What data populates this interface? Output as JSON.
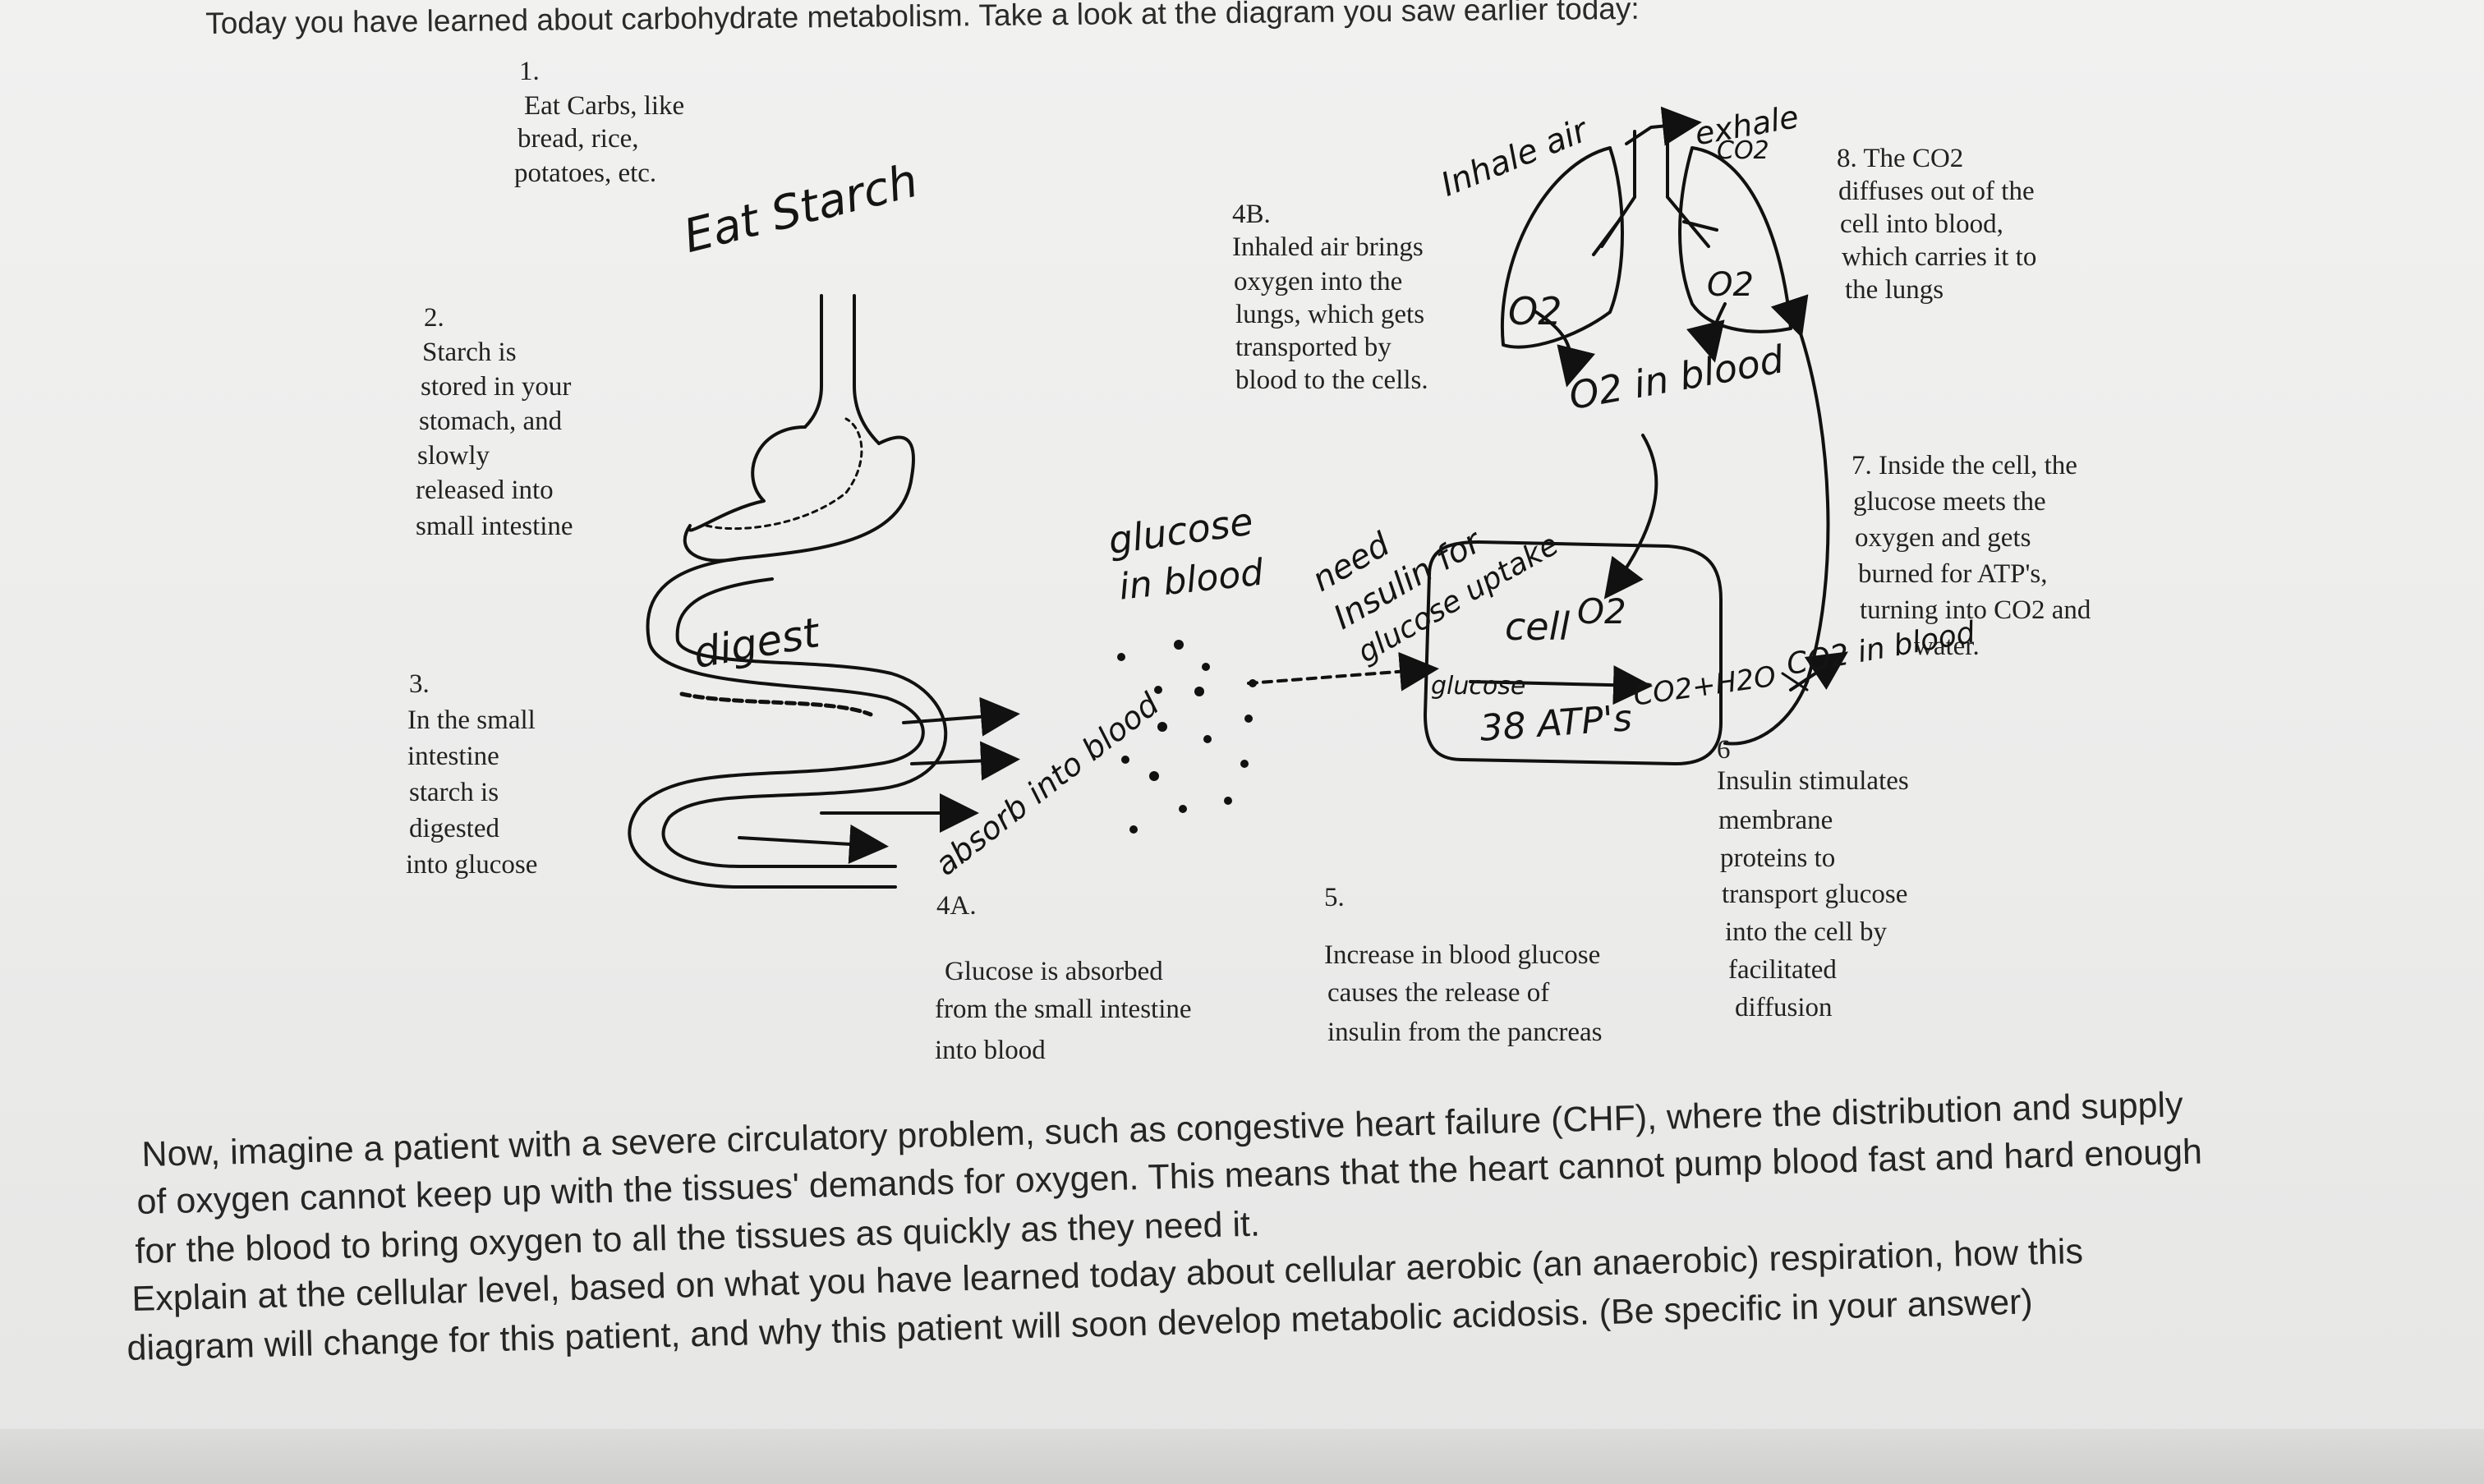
{
  "intro": "Today you have learned about carbohydrate metabolism. Take a look at the diagram you saw earlier today:",
  "steps": {
    "s1_num": "1.",
    "s1_lines": [
      "Eat Carbs, like",
      "bread, rice,",
      "potatoes, etc."
    ],
    "s2_num": "2.",
    "s2_lines": [
      "Starch is",
      "stored in your",
      "stomach, and",
      "slowly",
      "released into",
      "small intestine"
    ],
    "s3_num": "3.",
    "s3_lines": [
      "In the small",
      "intestine",
      "starch is",
      "digested",
      "into glucose"
    ],
    "s4a_num": "4A.",
    "s4a_lines": [
      "Glucose is absorbed",
      "from the small intestine",
      "into blood"
    ],
    "s4b_num": "4B.",
    "s4b_lines": [
      "Inhaled air brings",
      "oxygen into the",
      "lungs, which gets",
      "transported by",
      "blood to the cells."
    ],
    "s5_num": "5.",
    "s5_lines": [
      "Increase in blood glucose",
      "causes the release of",
      "insulin from the pancreas"
    ],
    "s6_num": "6",
    "s6_lines": [
      "Insulin stimulates",
      "membrane",
      "proteins to",
      "transport glucose",
      "into the cell by",
      "facilitated",
      "diffusion"
    ],
    "s7_lines": [
      "7. Inside the cell, the",
      "glucose meets the",
      "oxygen and gets",
      "burned for ATP's,",
      "turning into CO2 and",
      "water."
    ],
    "s8_lines": [
      "8. The CO2",
      "diffuses out of the",
      "cell into blood,",
      "which carries it to",
      "the lungs"
    ]
  },
  "handwritten": {
    "eat_starch": "Eat Starch",
    "digest": "digest",
    "absorb": "absorb into blood",
    "glucose_in_blood_1": "glucose",
    "glucose_in_blood_2": "in blood",
    "need_insulin_1": "need",
    "need_insulin_2": "Insulin for",
    "need_insulin_3": "glucose uptake",
    "inhale_air": "Inhale air",
    "exhale": "exhale",
    "co2_lung": "CO2",
    "o2_left": "O2",
    "o2_right": "O2",
    "o2_in_blood": "O2 in blood",
    "cell": "cell",
    "cell_o2": "O2",
    "glucose_cell": "glucose",
    "atp": "38 ATP's",
    "co2_h2o": "CO2+H2O",
    "co2_in_blood": "CO2 in blood"
  },
  "question": [
    "Now, imagine a patient with a severe circulatory problem, such as congestive heart failure (CHF), where the distribution and supply",
    "of oxygen cannot keep up with the tissues' demands for oxygen. This means that the heart cannot pump blood fast and hard enough",
    "for the blood to bring oxygen to all the tissues as quickly as they need it.",
    "Explain at the cellular level, based on what you have learned today about cellular aerobic (an anaerobic) respiration, how this",
    "diagram will change for this patient, and why this patient will soon develop metabolic acidosis. (Be specific in your answer)"
  ]
}
